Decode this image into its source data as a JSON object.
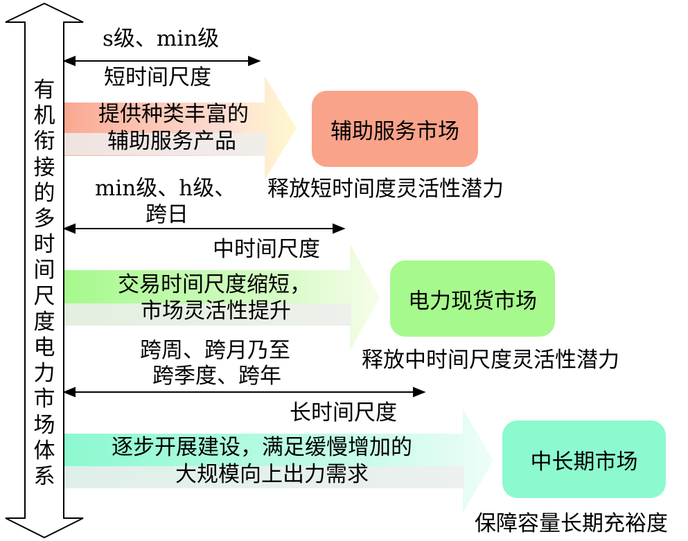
{
  "side_label": "有机衔接的多时间尺度电力市场体系",
  "tiers": [
    {
      "granularity": "s级、min级",
      "scale": "短时间尺度",
      "feature_lines": [
        "提供种类丰富的",
        "辅助服务产品"
      ],
      "market": "辅助服务市场",
      "effect": "释放短时间度灵活性潜力",
      "color": "#F9A38A"
    },
    {
      "granularity_lines": [
        "min级、h级、",
        "跨日"
      ],
      "scale": "中时间尺度",
      "feature_lines": [
        "交易时间尺度缩短，",
        "市场灵活性提升"
      ],
      "market": "电力现货市场",
      "effect": "释放中时间尺度灵活性潜力",
      "color": "#A6F98D"
    },
    {
      "granularity_lines": [
        "跨周、跨月乃至",
        "跨季度、跨年"
      ],
      "scale": "长时间尺度",
      "feature_lines": [
        "逐步开展建设，满足缓慢增加的",
        "大规模向上出力需求"
      ],
      "market": "中长期市场",
      "effect": "保障容量长期充裕度",
      "color": "#8CF9CF"
    }
  ]
}
